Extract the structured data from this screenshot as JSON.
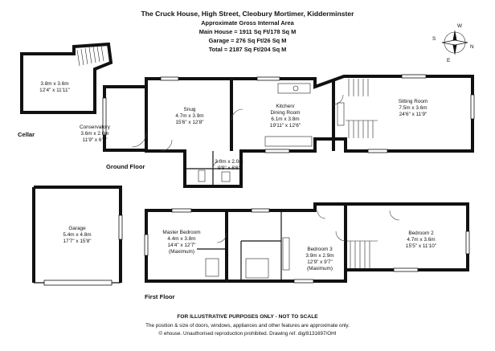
{
  "header": {
    "address": "The Cruck House, High Street, Cleobury Mortimer, Kidderminster",
    "area_title": "Approximate Gross Internal Area",
    "main_house": "Main House = 1911 Sq Ft/178 Sq M",
    "garage": "Garage = 276 Sq Ft/26 Sq M",
    "total": "Total = 2187 Sq Ft/204 Sq M"
  },
  "compass": {
    "n": "N",
    "e": "E",
    "s": "S",
    "w": "W"
  },
  "floors": {
    "cellar": "Cellar",
    "ground": "Ground Floor",
    "first": "First Floor"
  },
  "rooms": {
    "cellar": {
      "dims_m": "3.8m x 3.6m",
      "dims_ft": "12'4\" x 11'11\""
    },
    "conservatory": {
      "name": "Conservatory",
      "dims_m": "3.6m x 2.0m",
      "dims_ft": "11'9\" x 6'6\""
    },
    "snug": {
      "name": "Snug",
      "dims_m": "4.7m x 3.9m",
      "dims_ft": "15'6\" x 12'8\""
    },
    "kitchen": {
      "name": "Kitchen/",
      "name2": "Dining Room",
      "dims_m": "6.1m x 3.8m",
      "dims_ft": "19'11\" x 12'6\""
    },
    "sitting": {
      "name": "Sitting Room",
      "dims_m": "7.5m x 3.6m",
      "dims_ft": "24'6\" x 11'9\""
    },
    "utility": {
      "dims_m": "3.0m x 2.0m",
      "dims_ft": "9'9\" x 6'6\""
    },
    "garage": {
      "name": "Garage",
      "dims_m": "5.4m x 4.8m",
      "dims_ft": "17'7\" x 15'8\""
    },
    "master": {
      "name": "Master Bedroom",
      "dims_m": "4.4m x 3.8m",
      "dims_ft": "14'4\" x 12'7\"",
      "note": "(Maximum)"
    },
    "bed3": {
      "name": "Bedroom 3",
      "dims_m": "3.9m x 2.9m",
      "dims_ft": "12'9\" x 9'7\"",
      "note": "(Maximum)"
    },
    "bed2": {
      "name": "Bedroom 2",
      "dims_m": "4.7m x 3.6m",
      "dims_ft": "15'5\" x 11'10\""
    }
  },
  "footer": {
    "disclaimer": "FOR ILLUSTRATIVE PURPOSES ONLY - NOT TO SCALE",
    "note": "The position & size of doors, windows, appliances and other features are approximate only.",
    "copyright": "© ehouse. Unauthorised reproduction prohibited. Drawing ref. dig/8131697/OHI"
  }
}
